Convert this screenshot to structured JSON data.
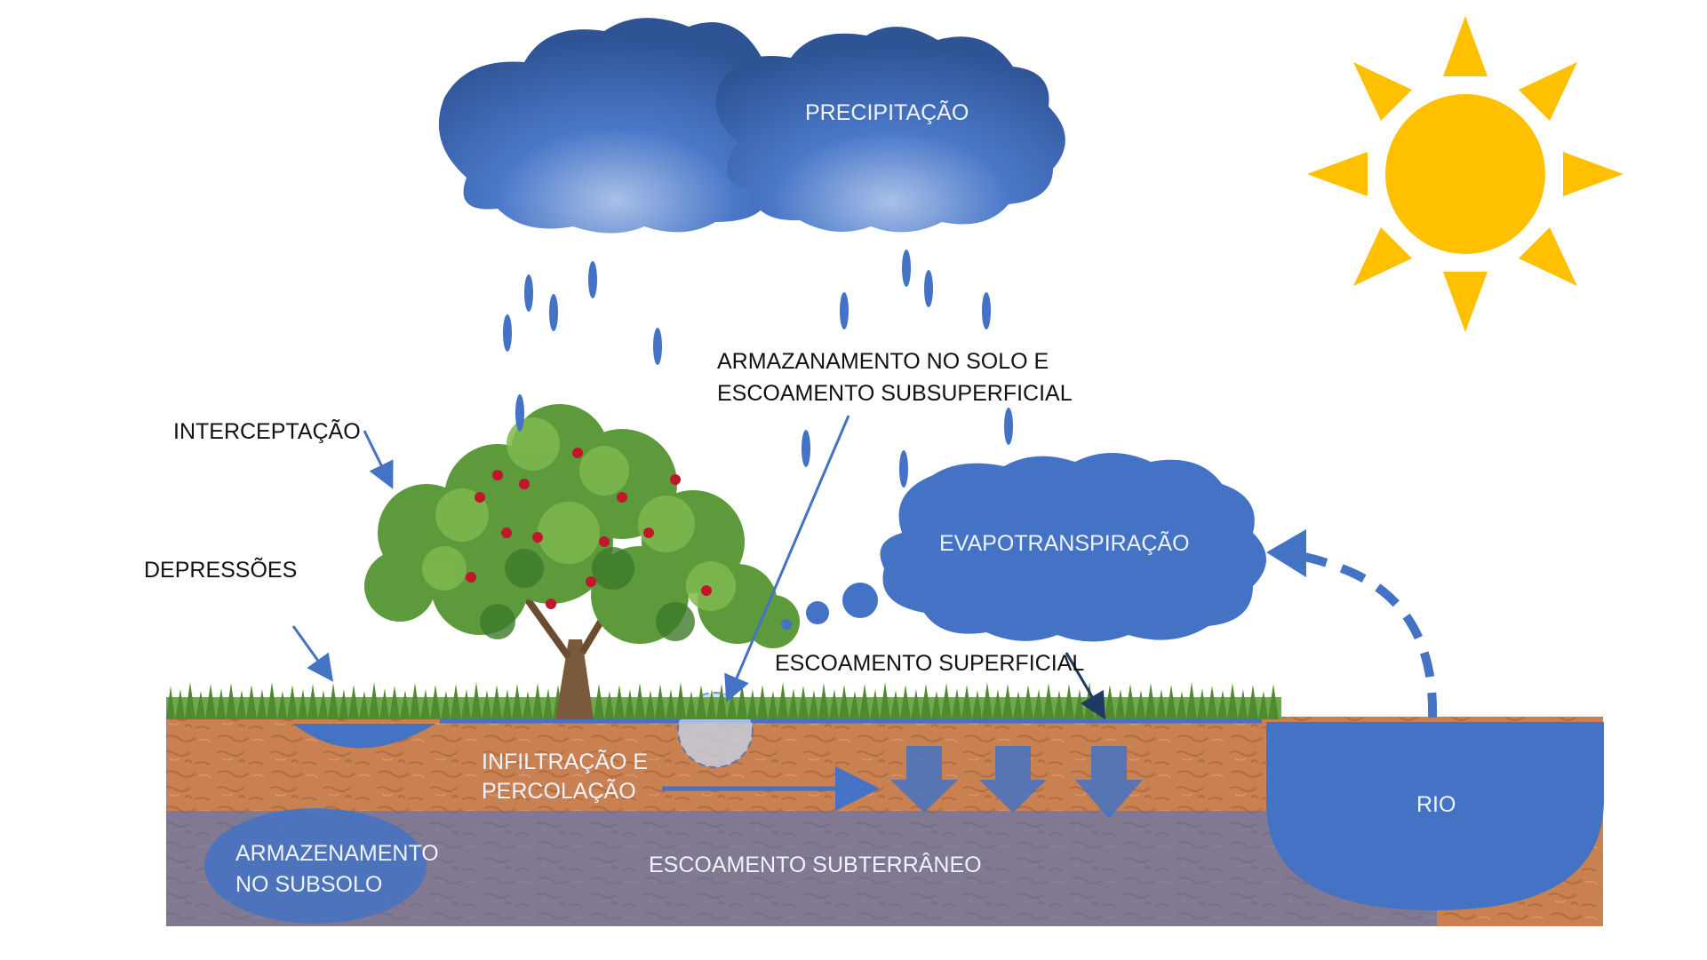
{
  "labels": {
    "precipitacao": "PRECIPITAÇÃO",
    "armazenamento_solo_1": "ARMAZANAMENTO NO SOLO E",
    "armazenamento_solo_2": "ESCOAMENTO SUBSUPERFICIAL",
    "interceptacao": "INTERCEPTAÇÃO",
    "depressoes": "DEPRESSÕES",
    "evapotranspiracao": "EVAPOTRANSPIRAÇÃO",
    "escoamento_superficial": "ESCOAMENTO SUPERFICIAL",
    "infiltracao_1": "INFILTRAÇÃO E",
    "infiltracao_2": "PERCOLAÇÃO",
    "armazenamento_subsolo_1": "ARMAZENAMENTO",
    "armazenamento_subsolo_2": "NO SUBSOLO",
    "escoamento_subterraneo": "ESCOAMENTO SUBTERRÂNEO",
    "rio": "RIO"
  },
  "colors": {
    "water_blue": "#4472c4",
    "cloud_dark": "#2f5496",
    "soil": "#c87f4f",
    "sun": "#ffc000",
    "grass": "#5f9a3a",
    "tree_foliage": "#5d9a3c",
    "apple": "#c0182a"
  },
  "icons": {
    "sun": "sun-icon",
    "tree": "apple-tree-icon",
    "cloud": "cloud-icon"
  }
}
